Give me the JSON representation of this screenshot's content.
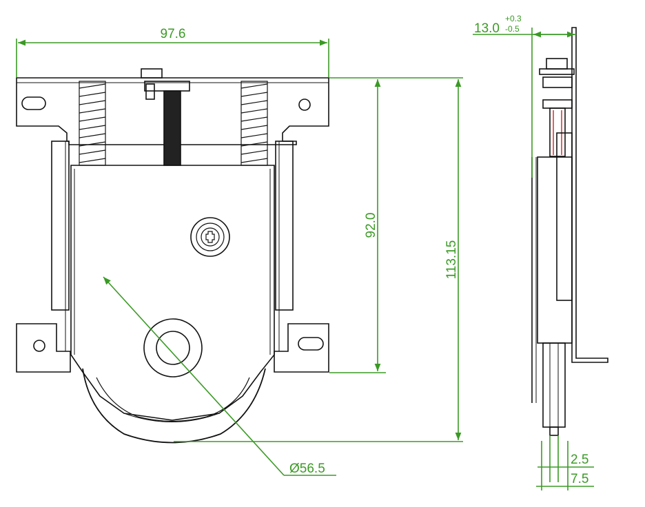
{
  "drawing": {
    "dimensions": {
      "width": "97.6",
      "height_inner": "92.0",
      "height_overall": "113.15",
      "diameter": "Ø56.5",
      "thickness": "13.0",
      "tol_plus": "+0.3",
      "tol_minus": "-0.5",
      "small_a": "2.5",
      "small_b": "7.5"
    },
    "colors": {
      "dimension": "#3a9a24",
      "outline": "#111111",
      "accent": "#d02020"
    }
  }
}
